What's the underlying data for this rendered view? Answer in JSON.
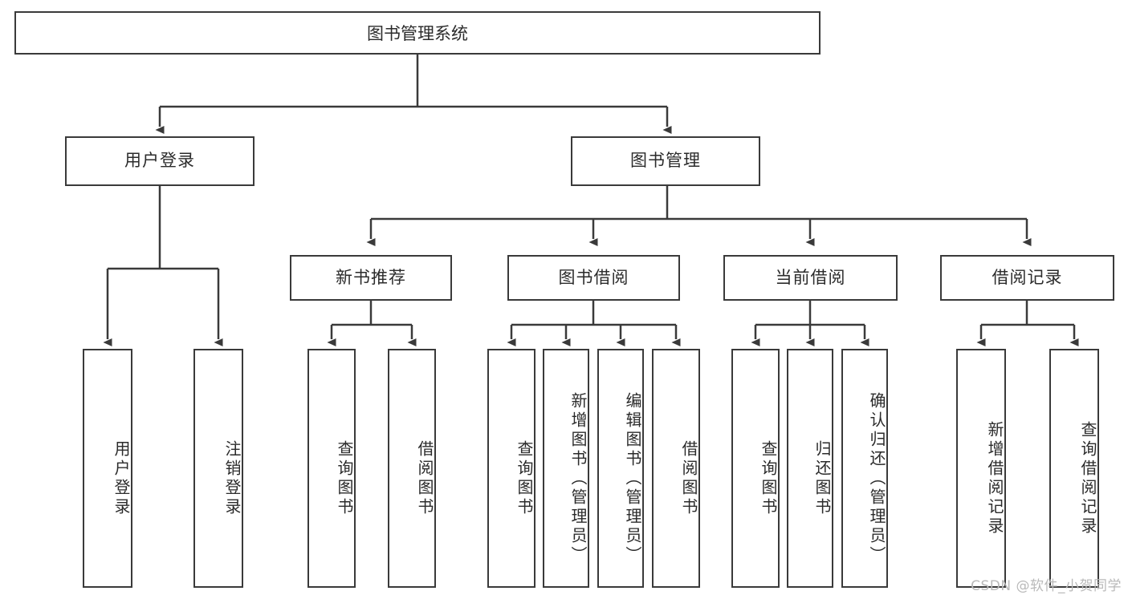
{
  "diagram": {
    "title": "图书管理系统",
    "type": "hierarchy-tree",
    "root": {
      "id": "root",
      "label": "图书管理系统"
    },
    "level2": [
      {
        "id": "user-login",
        "label": "用户登录"
      },
      {
        "id": "book-management",
        "label": "图书管理"
      }
    ],
    "level3": [
      {
        "id": "new-book-recommend",
        "label": "新书推荐"
      },
      {
        "id": "book-borrow",
        "label": "图书借阅"
      },
      {
        "id": "current-borrow",
        "label": "当前借阅"
      },
      {
        "id": "borrow-record",
        "label": "借阅记录"
      }
    ],
    "leaves": {
      "user_login": [
        {
          "id": "leaf-user-login",
          "label": "用户登录"
        },
        {
          "id": "leaf-logout-login",
          "label": "注销登录"
        }
      ],
      "new_book_recommend": [
        {
          "id": "leaf-query-book-1",
          "label": "查询图书"
        },
        {
          "id": "leaf-borrow-book-1",
          "label": "借阅图书"
        }
      ],
      "book_borrow": [
        {
          "id": "leaf-query-book-2",
          "label": "查询图书"
        },
        {
          "id": "leaf-add-book",
          "label": "新增图书（管理员）"
        },
        {
          "id": "leaf-edit-book",
          "label": "编辑图书（管理员）"
        },
        {
          "id": "leaf-borrow-book-2",
          "label": "借阅图书"
        }
      ],
      "current_borrow": [
        {
          "id": "leaf-query-book-3",
          "label": "查询图书"
        },
        {
          "id": "leaf-return-book",
          "label": "归还图书"
        },
        {
          "id": "leaf-confirm-return",
          "label": "确认归还（管理员）"
        }
      ],
      "borrow_record": [
        {
          "id": "leaf-add-record",
          "label": "新增借阅记录"
        },
        {
          "id": "leaf-query-record",
          "label": "查询借阅记录"
        }
      ]
    }
  },
  "watermark": {
    "text": "CSDN @软件_小贺同学"
  },
  "colors": {
    "stroke": "#3a3a3a",
    "text": "#2b2b2b",
    "background": "#ffffff",
    "watermark": "#b9b9b9"
  }
}
